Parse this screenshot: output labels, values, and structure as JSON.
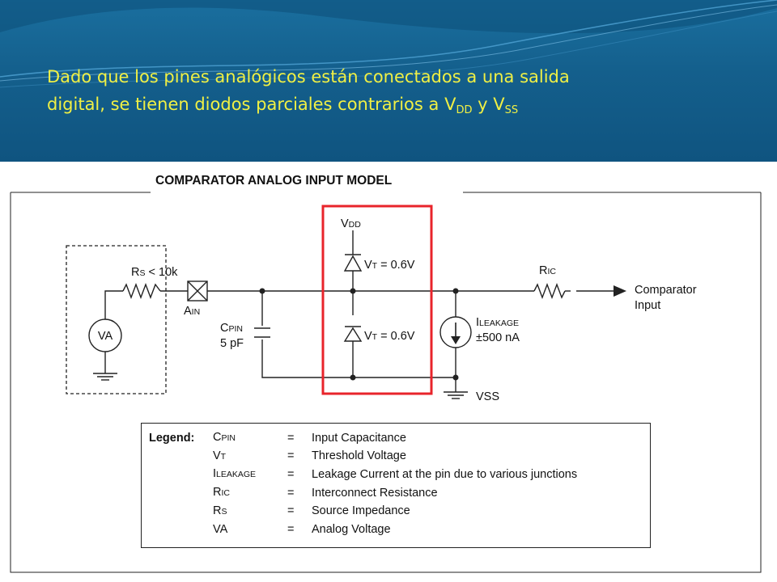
{
  "title": {
    "line1": "Dado que los pines analógicos están conectados a una salida",
    "line2_prefix": "digital, se tienen diodos parciales contrarios a V",
    "sub1": "DD",
    "mid": " y V",
    "sub2": "SS"
  },
  "figure": {
    "title": "COMPARATOR ANALOG INPUT MODEL",
    "labels": {
      "vdd_main": "V",
      "vdd_sub": "DD",
      "vt_top_main": "V",
      "vt_top_sub": "T",
      "vt_top_value": " = 0.6V",
      "vt_bottom_main": "V",
      "vt_bottom_sub": "T",
      "vt_bottom_value": " = 0.6V",
      "rs_main": "R",
      "rs_sub": "S",
      "rs_value": " < 10k",
      "ain_main": "A",
      "ain_sub": "IN",
      "cpin_main": "C",
      "cpin_sub": "PIN",
      "cpin_value": "5 pF",
      "va": "VA",
      "ileak_main": "I",
      "ileak_sub": "LEAKAGE",
      "ileak_value": "±500 nA",
      "ric_main": "R",
      "ric_sub": "IC",
      "comp_line1": "Comparator",
      "comp_line2": "Input",
      "vss": "VSS"
    },
    "highlight_color": "#e8242b"
  },
  "legend": {
    "heading": "Legend:",
    "rows": [
      {
        "sym_main": "C",
        "sym_sub": "PIN",
        "eq": "=",
        "desc": "Input Capacitance"
      },
      {
        "sym_main": "V",
        "sym_sub": "T",
        "eq": "=",
        "desc": "Threshold Voltage"
      },
      {
        "sym_main": "I",
        "sym_sub": "LEAKAGE",
        "eq": "=",
        "desc": "Leakage Current at the pin due to various junctions"
      },
      {
        "sym_main": "R",
        "sym_sub": "IC",
        "eq": "=",
        "desc": "Interconnect Resistance"
      },
      {
        "sym_main": "R",
        "sym_sub": "S",
        "eq": "=",
        "desc": "Source Impedance"
      },
      {
        "sym_main": "VA",
        "sym_sub": "",
        "eq": "=",
        "desc": "Analog Voltage"
      }
    ]
  }
}
